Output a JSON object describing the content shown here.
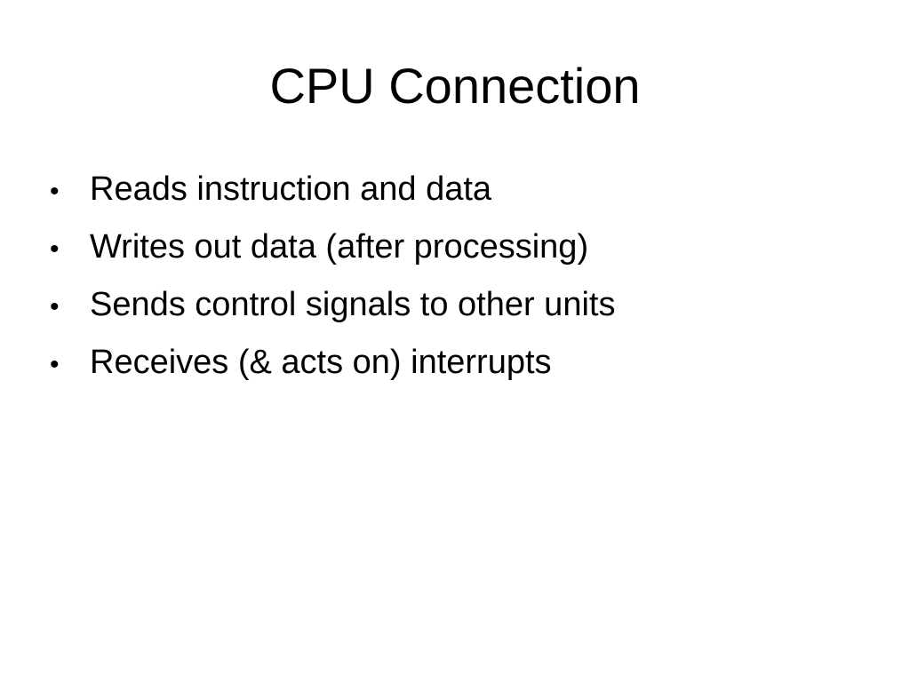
{
  "slide": {
    "title": "CPU Connection",
    "bullet_glyph": "•",
    "bullets": [
      "Reads instruction and data",
      "Writes out data (after processing)",
      "Sends control signals to other units",
      "Receives (& acts on) interrupts"
    ]
  },
  "colors": {
    "background": "#ffffff",
    "text": "#000000"
  }
}
